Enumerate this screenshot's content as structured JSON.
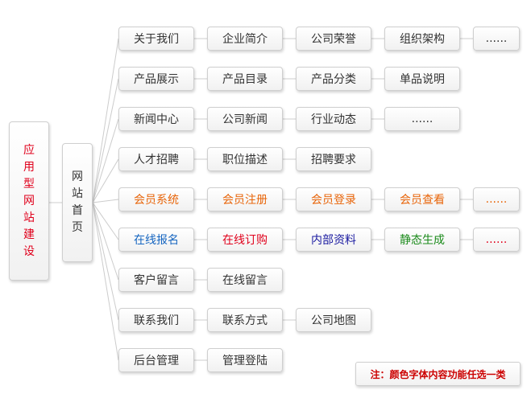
{
  "root": {
    "label": "应用型网站建设",
    "color": "#e0001b"
  },
  "home": {
    "label": "网站首页"
  },
  "rows": [
    {
      "items": [
        {
          "label": "关于我们"
        },
        {
          "label": "企业简介"
        },
        {
          "label": "公司荣誉"
        },
        {
          "label": "组织架构"
        },
        {
          "label": "......"
        }
      ]
    },
    {
      "items": [
        {
          "label": "产品展示"
        },
        {
          "label": "产品目录"
        },
        {
          "label": "产品分类"
        },
        {
          "label": "单品说明"
        }
      ]
    },
    {
      "items": [
        {
          "label": "新闻中心"
        },
        {
          "label": "公司新闻"
        },
        {
          "label": "行业动态"
        },
        {
          "label": "......"
        }
      ]
    },
    {
      "items": [
        {
          "label": "人才招聘"
        },
        {
          "label": "职位描述"
        },
        {
          "label": "招聘要求"
        }
      ]
    },
    {
      "items": [
        {
          "label": "会员系统",
          "color": "#e8650a"
        },
        {
          "label": "会员注册",
          "color": "#e8650a"
        },
        {
          "label": "会员登录",
          "color": "#e8650a"
        },
        {
          "label": "会员查看",
          "color": "#e8650a"
        },
        {
          "label": "......",
          "color": "#e8650a"
        }
      ]
    },
    {
      "items": [
        {
          "label": "在线报名",
          "color": "#1565c0"
        },
        {
          "label": "在线订购",
          "color": "#e0001b"
        },
        {
          "label": "内部资料",
          "color": "#1a1aa0"
        },
        {
          "label": "静态生成",
          "color": "#1a8a1a"
        },
        {
          "label": "......",
          "color": "#e0001b"
        }
      ]
    },
    {
      "items": [
        {
          "label": "客户留言"
        },
        {
          "label": "在线留言"
        }
      ]
    },
    {
      "items": [
        {
          "label": "联系我们"
        },
        {
          "label": "联系方式"
        },
        {
          "label": "公司地图"
        }
      ]
    },
    {
      "items": [
        {
          "label": "后台管理"
        },
        {
          "label": "管理登陆"
        }
      ]
    }
  ],
  "note": {
    "label": "注：颜色字体内容功能任选一类",
    "color": "#cc0000"
  },
  "colors": {
    "line": "#cccccc",
    "border": "#cfcfcf",
    "text": "#333333"
  }
}
